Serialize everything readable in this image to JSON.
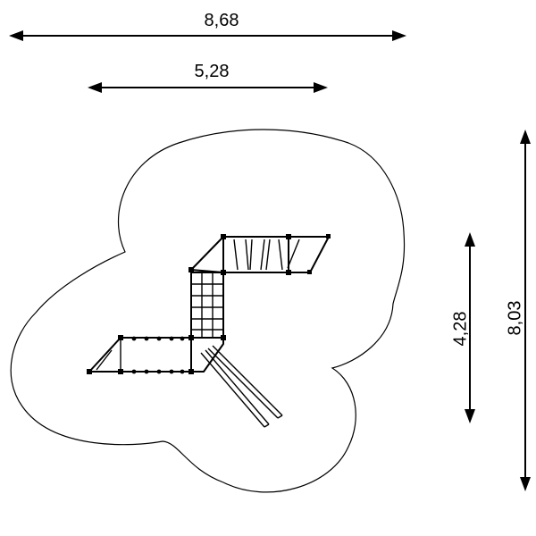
{
  "dimensions": {
    "total_width": "8,68",
    "structure_width": "5,28",
    "structure_depth": "4,28",
    "total_depth": "8,03"
  }
}
